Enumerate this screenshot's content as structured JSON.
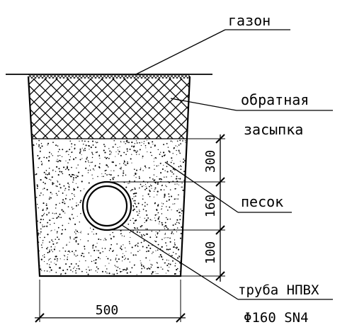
{
  "labels": {
    "lawn": "газон",
    "backfill_line1": "обратная",
    "backfill_line2": "засыпка",
    "sand": "песок",
    "pipe_line1": "труба НПВХ",
    "pipe_line2": "Φ160 SN4"
  },
  "dimensions": {
    "width": "500",
    "top_sand": "300",
    "pipe_diameter": "160",
    "bottom_sand": "100"
  },
  "colors": {
    "line": "#000000",
    "background": "#ffffff"
  }
}
